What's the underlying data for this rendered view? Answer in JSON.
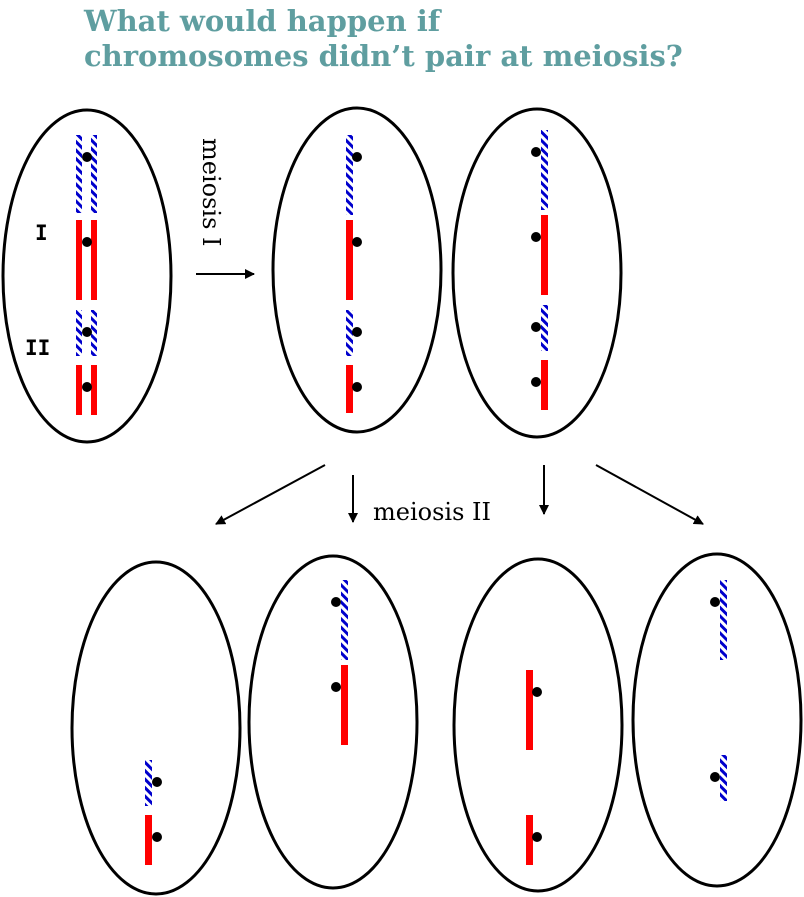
{
  "title": {
    "line1": "What would happen if",
    "line2": "chromosomes didn’t pair at meiosis?"
  },
  "labels": {
    "pair_one": "I",
    "pair_two": "II",
    "meiosis_one": "meiosis I",
    "meiosis_two": "meiosis II"
  },
  "colors": {
    "title": "#5f9ea0",
    "chromosome_solid": "#ff0000",
    "chromosome_hatched": "#0000cc",
    "outline": "#000000"
  }
}
